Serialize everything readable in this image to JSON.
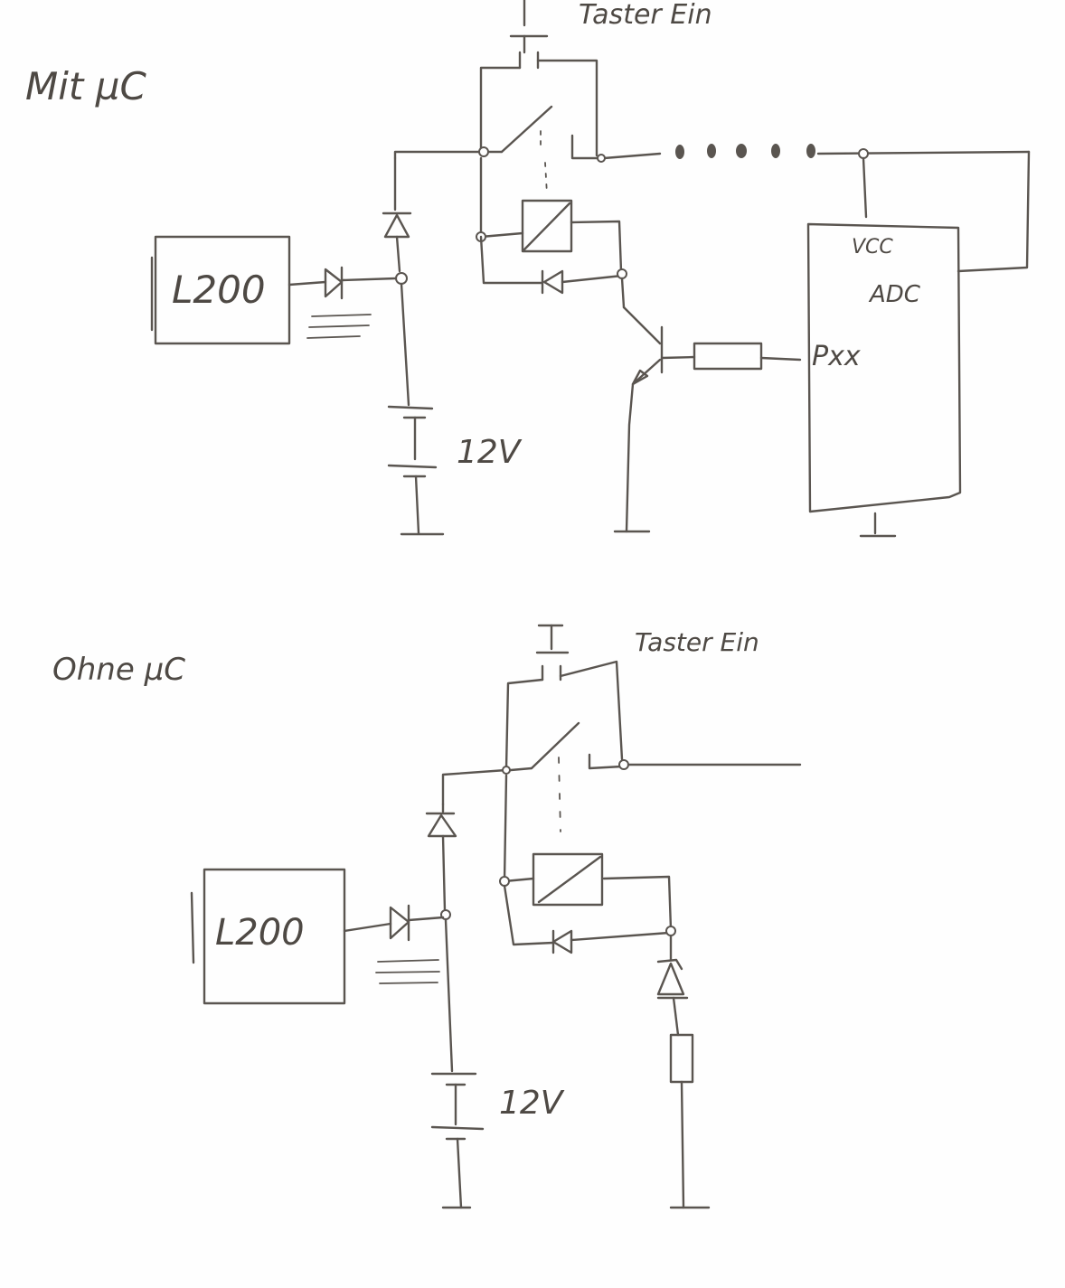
{
  "upper": {
    "heading": "Mit µC",
    "button_label": "Taster Ein",
    "regulator_label": "L200",
    "battery_label": "12V",
    "mcu_vcc": "VCC",
    "mcu_adc": "ADC",
    "mcu_pin": "Pxx"
  },
  "lower": {
    "heading": "Ohne µC",
    "button_label": "Taster Ein",
    "regulator_label": "L200",
    "battery_label": "12V"
  },
  "colors": {
    "ink": "#5a5550",
    "paper": "#fefefe"
  }
}
